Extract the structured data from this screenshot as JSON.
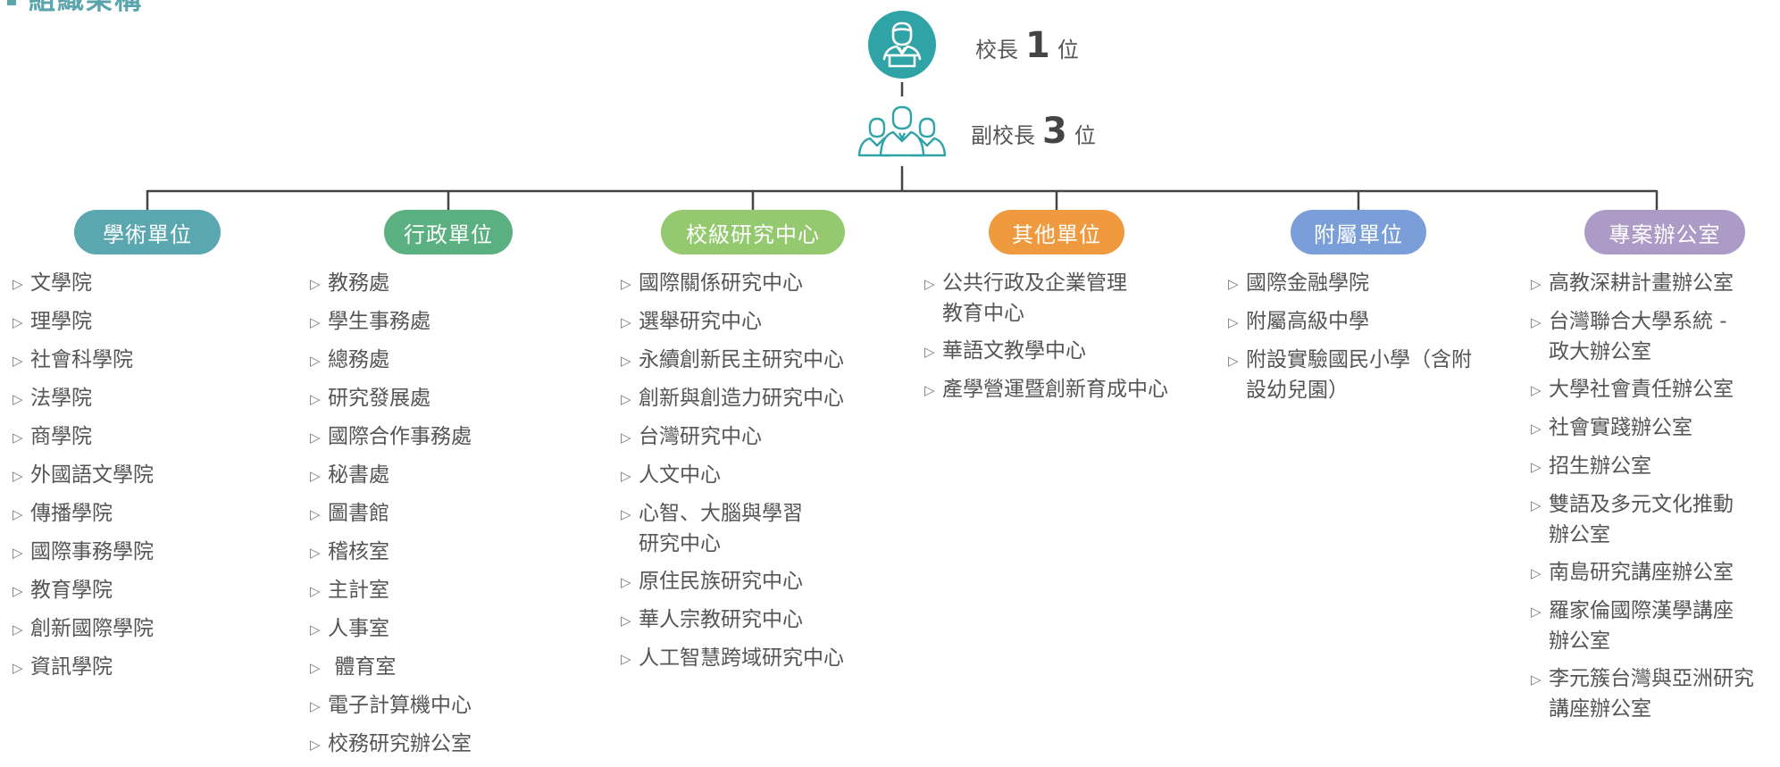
{
  "header": {
    "title": "組織架構"
  },
  "top": {
    "president": {
      "label": "校長",
      "count": "1",
      "unit": "位"
    },
    "vice_president": {
      "label": "副校長",
      "count": "3",
      "unit": "位"
    }
  },
  "colors": {
    "line": "#444444",
    "icon": "#2fa3a6",
    "academic": "#5aa7b0",
    "administrative": "#5bb081",
    "research": "#94c96f",
    "other": "#ef9a3e",
    "affiliated": "#7a9fd8",
    "project": "#ac9bc6"
  },
  "columns": [
    {
      "title": "學術單位",
      "items": [
        "文學院",
        "理學院",
        "社會科學院",
        "法學院",
        "商學院",
        "外國語文學院",
        "傳播學院",
        "國際事務學院",
        "教育學院",
        "創新國際學院",
        "資訊學院"
      ]
    },
    {
      "title": "行政單位",
      "items": [
        "教務處",
        "學生事務處",
        "總務處",
        "研究發展處",
        "國際合作事務處",
        "秘書處",
        "圖書館",
        "稽核室",
        "主計室",
        "人事室",
        " 體育室",
        "電子計算機中心",
        "校務研究辦公室"
      ]
    },
    {
      "title": "校級研究中心",
      "items": [
        "國際關係研究中心",
        "選舉研究中心",
        "永續創新民主研究中心",
        "創新與創造力研究中心",
        "台灣研究中心",
        "人文中心",
        "心智、大腦與學習\n研究中心",
        "原住民族研究中心",
        "華人宗教研究中心",
        "人工智慧跨域研究中心"
      ]
    },
    {
      "title": "其他單位",
      "items": [
        "公共行政及企業管理\n教育中心",
        "華語文教學中心",
        "產學營運暨創新育成中心"
      ]
    },
    {
      "title": "附屬單位",
      "items": [
        "國際金融學院",
        "附屬高級中學",
        "附設實驗國民小學（含附\n設幼兒園）"
      ]
    },
    {
      "title": "專案辦公室",
      "items": [
        "高教深耕計畫辦公室",
        "台灣聯合大學系統 -\n政大辦公室",
        "大學社會責任辦公室",
        "社會實踐辦公室",
        "招生辦公室",
        "雙語及多元文化推動\n辦公室",
        "南島研究講座辦公室",
        "羅家倫國際漢學講座\n辦公室",
        "李元簇台灣與亞洲研究\n講座辦公室"
      ]
    }
  ]
}
